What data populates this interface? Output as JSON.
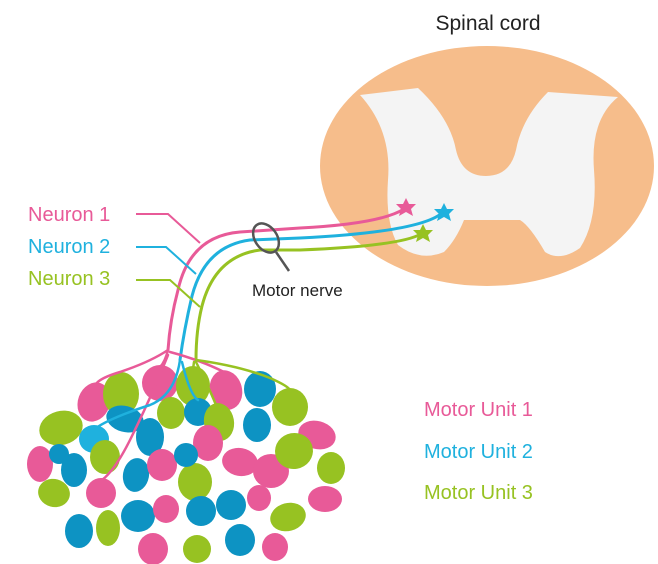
{
  "title": "Spinal cord",
  "colors": {
    "neuron1": "#e85a98",
    "neuron2": "#1fb1de",
    "neuron3": "#97c222",
    "fiber_blue": "#0d93c3",
    "spinal_white_matter": "#f6bd8b",
    "spinal_grey_matter": "#f4f4f4",
    "annotation": "#555555"
  },
  "neurons": [
    {
      "label": "Neuron 1",
      "color_key": "neuron1"
    },
    {
      "label": "Neuron 2",
      "color_key": "neuron2"
    },
    {
      "label": "Neuron 3",
      "color_key": "neuron3"
    }
  ],
  "nerve_label": "Motor nerve",
  "legend": [
    {
      "label": "Motor Unit 1",
      "color_key": "neuron1"
    },
    {
      "label": "Motor Unit 2",
      "color_key": "neuron2"
    },
    {
      "label": "Motor Unit 3",
      "color_key": "neuron3"
    }
  ],
  "muscle_fibers": {
    "count_by_unit": {
      "motor_unit_1": 15,
      "motor_unit_2": 14,
      "motor_unit_3": 15
    }
  }
}
